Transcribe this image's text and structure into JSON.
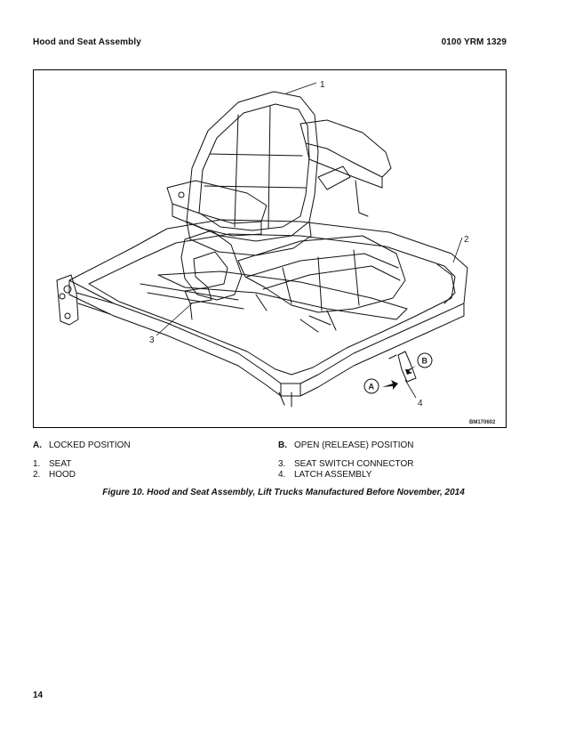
{
  "header": {
    "section_title": "Hood and Seat Assembly",
    "doc_code": "0100 YRM 1329"
  },
  "figure": {
    "callouts": [
      "1",
      "2",
      "3",
      "4"
    ],
    "arrow_labels": [
      "A",
      "B"
    ],
    "drawing_code": "BM170602"
  },
  "legend": {
    "positions": [
      {
        "key": "A.",
        "text": "LOCKED POSITION"
      },
      {
        "key": "B.",
        "text": "OPEN (RELEASE) POSITION"
      }
    ],
    "items": [
      {
        "num": "1.",
        "text": "SEAT"
      },
      {
        "num": "2.",
        "text": "HOOD"
      },
      {
        "num": "3.",
        "text": "SEAT SWITCH CONNECTOR"
      },
      {
        "num": "4.",
        "text": "LATCH ASSEMBLY"
      }
    ]
  },
  "caption": "Figure 10. Hood and Seat Assembly, Lift Trucks Manufactured Before November, 2014",
  "page_number": "14"
}
